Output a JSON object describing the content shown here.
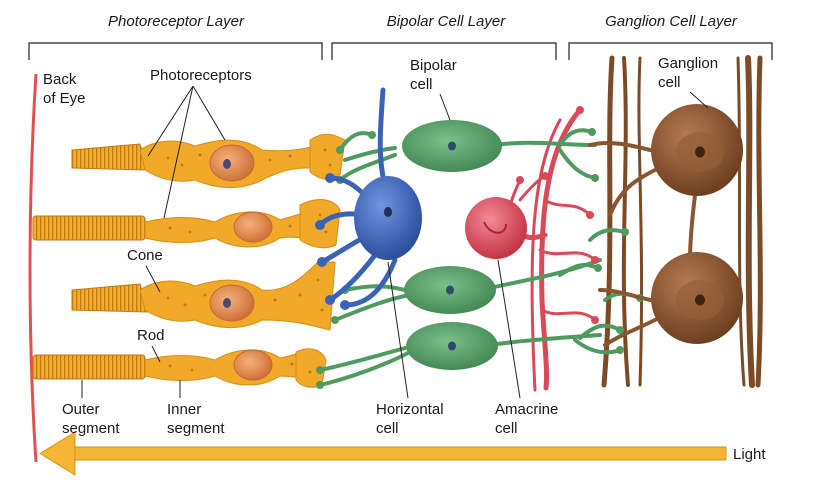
{
  "layers": {
    "photoreceptor": "Photoreceptor Layer",
    "bipolar": "Bipolar Cell Layer",
    "ganglion": "Ganglion Cell Layer"
  },
  "labels": {
    "back_of_eye": [
      "Back",
      "of Eye"
    ],
    "photoreceptors": "Photoreceptors",
    "bipolar_cell": [
      "Bipolar",
      "cell"
    ],
    "ganglion_cell": [
      "Ganglion",
      "cell"
    ],
    "cone": "Cone",
    "rod": "Rod",
    "outer_segment": [
      "Outer",
      "segment"
    ],
    "inner_segment": [
      "Inner",
      "segment"
    ],
    "horizontal_cell": [
      "Horizontal",
      "cell"
    ],
    "amacrine_cell": [
      "Amacrine",
      "cell"
    ],
    "light": "Light"
  },
  "colors": {
    "photoreceptor": "#f0a928",
    "photoreceptor_dark": "#c77d12",
    "nucleus": "#e08a4a",
    "horizontal": "#3a63b8",
    "bipolar": "#4f9a5e",
    "amacrine": "#d94a58",
    "ganglion": "#8a5530",
    "light_arrow": "#f4b534",
    "back_of_eye": "#e05050"
  }
}
